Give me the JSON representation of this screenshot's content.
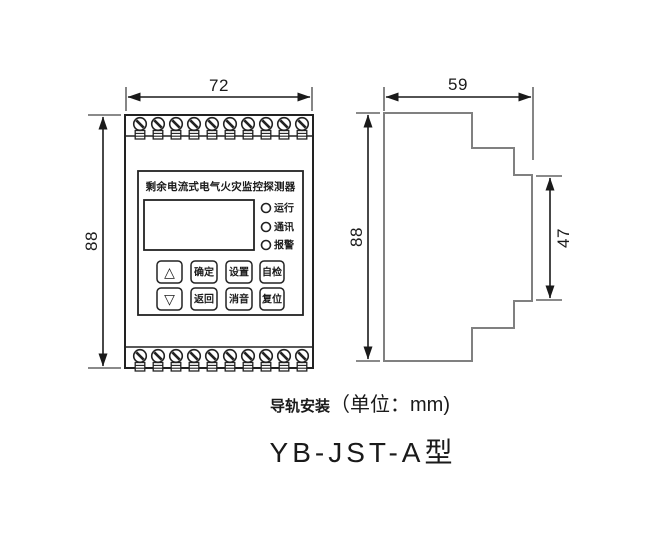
{
  "front": {
    "dim_width": "72",
    "dim_height": "88",
    "title": "剩余电流式电气火灾监控探测器",
    "leds": [
      "运行",
      "通讯",
      "报警"
    ],
    "buttons": {
      "up": "△",
      "confirm": "确定",
      "set": "设置",
      "self_test": "自检",
      "down": "▽",
      "back": "返回",
      "mute": "消音",
      "reset": "复位"
    }
  },
  "side": {
    "dim_width": "59",
    "dim_height": "88",
    "dim_rail": "47"
  },
  "footer": {
    "mount": "导轨安装",
    "unit": "（单位：mm)",
    "model": "YB-JST-A型"
  },
  "colors": {
    "dimension_line": "#1a1a1a",
    "device_line": "#222222",
    "profile_line": "#808080",
    "background": "#ffffff"
  }
}
